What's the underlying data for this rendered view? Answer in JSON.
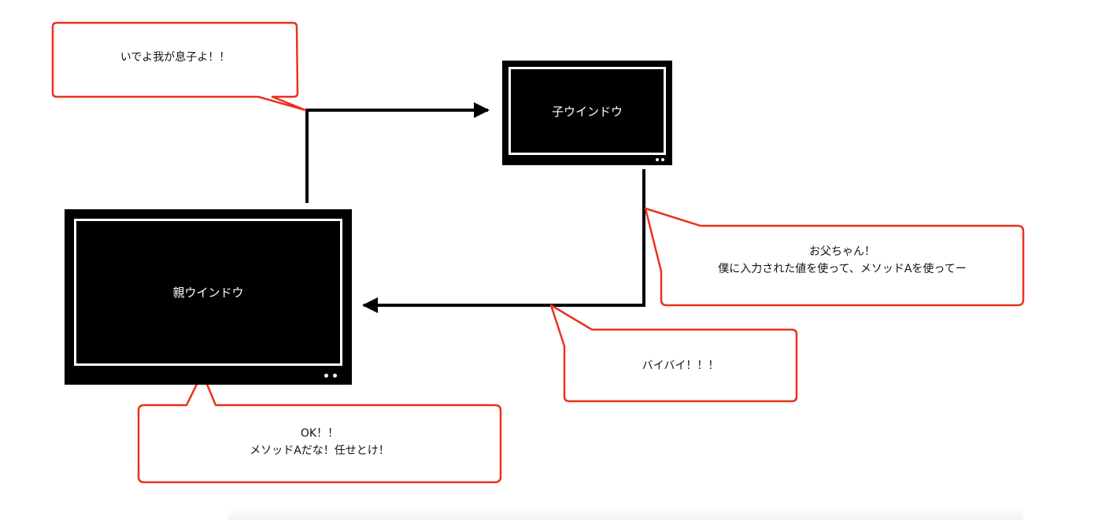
{
  "windows": {
    "parent": {
      "label": "親ウインドウ"
    },
    "child": {
      "label": "子ウインドウ"
    }
  },
  "bubbles": {
    "come_forth": {
      "line1": "いでよ我が息子よ！！"
    },
    "request": {
      "line1": "お父ちゃん！",
      "line2": "僕に入力された値を使って、メソッドAを使ってー"
    },
    "bye": {
      "line1": "バイバイ！！！"
    },
    "ok": {
      "line1": "OK！！",
      "line2": "メソッドAだな！任せとけ！"
    }
  },
  "colors": {
    "bubble_border": "#e8321e",
    "monitor": "#000000",
    "arrow": "#000000"
  }
}
